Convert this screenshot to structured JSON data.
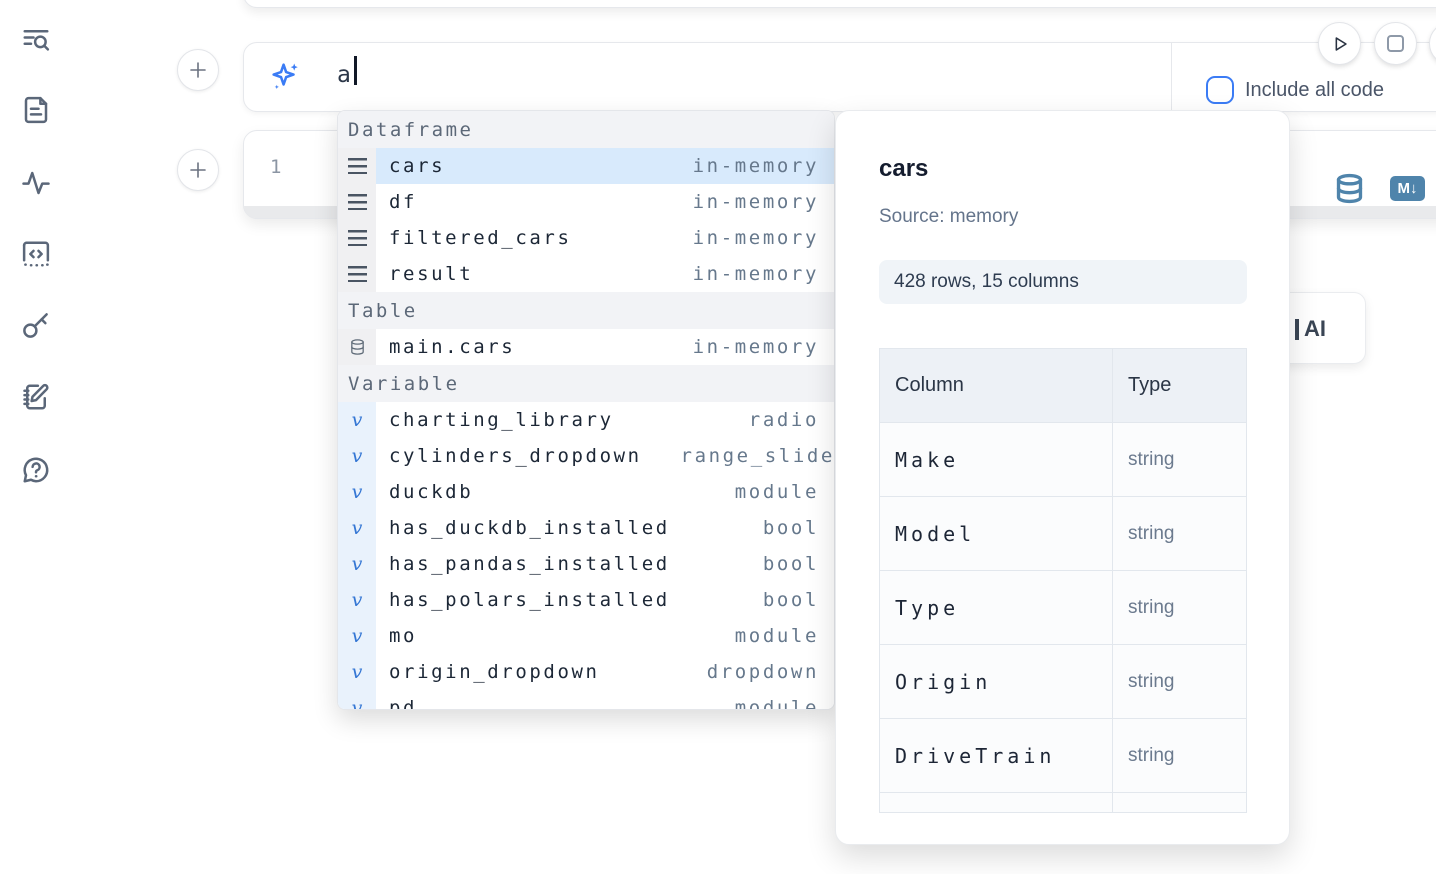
{
  "colors": {
    "accent_blue": "#3b7cf5",
    "steel_blue": "#4f84ab",
    "selected_row": "#d8eafc",
    "sidebar_icon": "#5b6779"
  },
  "ai_input": {
    "value": "a",
    "include_all_code_label": "Include all code",
    "checkbox_checked": false
  },
  "code_cell": {
    "line_number": "1",
    "markdown_badge": "M↓"
  },
  "ai_card": {
    "visible_label": "AI"
  },
  "autocomplete": {
    "header_dataframe": "Dataframe",
    "header_table": "Table",
    "header_variable": "Variable",
    "variable_glyph": "v",
    "dataframes": [
      {
        "name": "cars",
        "type": "in-memory"
      },
      {
        "name": "df",
        "type": "in-memory"
      },
      {
        "name": "filtered_cars",
        "type": "in-memory"
      },
      {
        "name": "result",
        "type": "in-memory"
      }
    ],
    "tables": [
      {
        "name": "main.cars",
        "type": "in-memory"
      }
    ],
    "variables": [
      {
        "name": "charting_library",
        "type": "radio"
      },
      {
        "name": "cylinders_dropdown",
        "type": "range_slider"
      },
      {
        "name": "duckdb",
        "type": "module"
      },
      {
        "name": "has_duckdb_installed",
        "type": "bool"
      },
      {
        "name": "has_pandas_installed",
        "type": "bool"
      },
      {
        "name": "has_polars_installed",
        "type": "bool"
      },
      {
        "name": "mo",
        "type": "module"
      },
      {
        "name": "origin_dropdown",
        "type": "dropdown"
      },
      {
        "name": "pd",
        "type": "module"
      }
    ]
  },
  "preview": {
    "title": "cars",
    "source": "Source: memory",
    "shape_badge": "428 rows, 15 columns",
    "table": {
      "headers": [
        "Column",
        "Type"
      ],
      "rows": [
        {
          "column": "Make",
          "type": "string"
        },
        {
          "column": "Model",
          "type": "string"
        },
        {
          "column": "Type",
          "type": "string"
        },
        {
          "column": "Origin",
          "type": "string"
        },
        {
          "column": "DriveTrain",
          "type": "string"
        }
      ]
    }
  }
}
